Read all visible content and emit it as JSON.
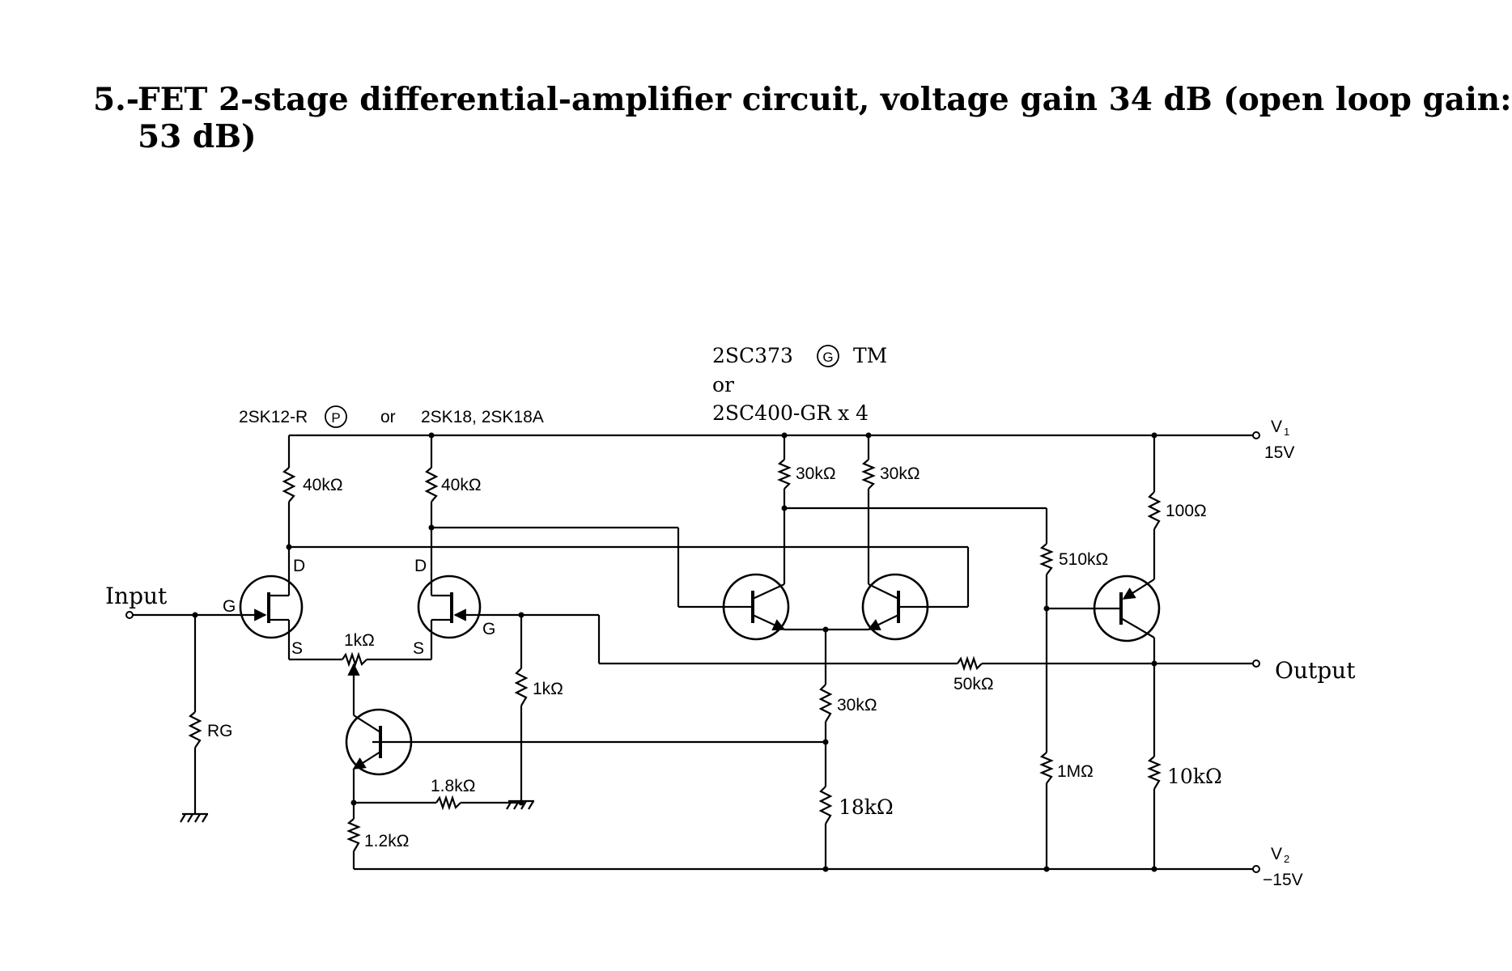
{
  "title": {
    "number": "5.-",
    "line1": "FET 2-stage differential-amplifier circuit, voltage gain 34 dB (open loop gain:",
    "line2": "53 dB)"
  },
  "labels": {
    "fet_part": "2SK12-R",
    "fet_mark": "P",
    "fet_or": "or",
    "fet_alt": "2SK18, 2SK18A",
    "bjt_part": "2SC373",
    "bjt_mark": "G",
    "bjt_tm": "TM",
    "bjt_or": "or",
    "bjt_alt": "2SC400-GR x 4",
    "v1": "V",
    "v1_sub": "1",
    "v1_value": "15V",
    "v2": "V",
    "v2_sub": "2",
    "v2_value": "−15V",
    "input": "Input",
    "output": "Output",
    "pin_g1": "G",
    "pin_d1": "D",
    "pin_s1": "S",
    "pin_d2": "D",
    "pin_s2": "S",
    "pin_g2": "G"
  },
  "resistors": {
    "r_drain1": "40kΩ",
    "r_drain2": "40kΩ",
    "r_col1": "30kΩ",
    "r_col2": "30kΩ",
    "r_emitter_out": "100Ω",
    "r_bias_top": "510kΩ",
    "r_source": "1kΩ",
    "r_gate2": "1kΩ",
    "r_feedback": "50kΩ",
    "r_tail": "30kΩ",
    "r_gate_in": "RG",
    "r_bias_bottom": "1MΩ",
    "r_load": "10kΩ",
    "r_emitter_cs": "1.8kΩ",
    "r_divider_bottom": "18kΩ",
    "r_emitter_cs2": "1.2kΩ"
  }
}
